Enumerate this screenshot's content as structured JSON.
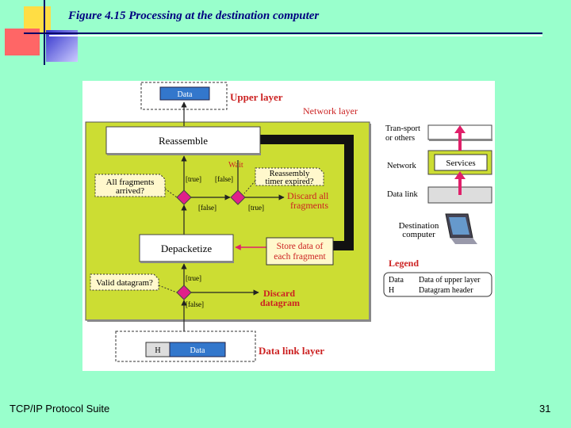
{
  "slide": {
    "title": "Figure 4.15   Processing at the destination computer",
    "footer_left": "TCP/IP Protocol Suite",
    "page_number": "31"
  },
  "colors": {
    "background": "#99ffcc",
    "accent_navy": "#000080",
    "deco_yellow": "#ffdd44",
    "deco_red": "#ff6666",
    "deco_blue": "#3333cc",
    "network_panel": "#ccdd33",
    "label_red": "#cc2222",
    "diamond_magenta": "#e0208a",
    "packet_blue": "#3377cc"
  },
  "diagram": {
    "upper_layer_packet": "Data",
    "upper_layer_label": "Upper layer",
    "network_layer_label": "Network layer",
    "reassemble": "Reassemble",
    "wait": "Wait",
    "all_fragments": "All fragments\narrived?",
    "timer_expired": "Reassembly\ntimer expired?",
    "discard_all": "Discard all\nfragments",
    "true_label": "[true]",
    "false_label": "[false]",
    "depacketize": "Depacketize",
    "store_data": "Store data of\neach fragment",
    "valid_datagram": "Valid datagram?",
    "discard_datagram": "Discard\ndatagram",
    "dll_header": "H",
    "dll_data": "Data",
    "data_link_label": "Data link layer",
    "stack_transport": "Tran-sport\nor others",
    "stack_network": "Network",
    "stack_services": "Services",
    "stack_datalink": "Data link",
    "destination_computer": "Destination\ncomputer",
    "legend_title": "Legend",
    "legend_data_key": "Data",
    "legend_data_desc": "Data of upper layer",
    "legend_h_key": "H",
    "legend_h_desc": "Datagram header"
  }
}
